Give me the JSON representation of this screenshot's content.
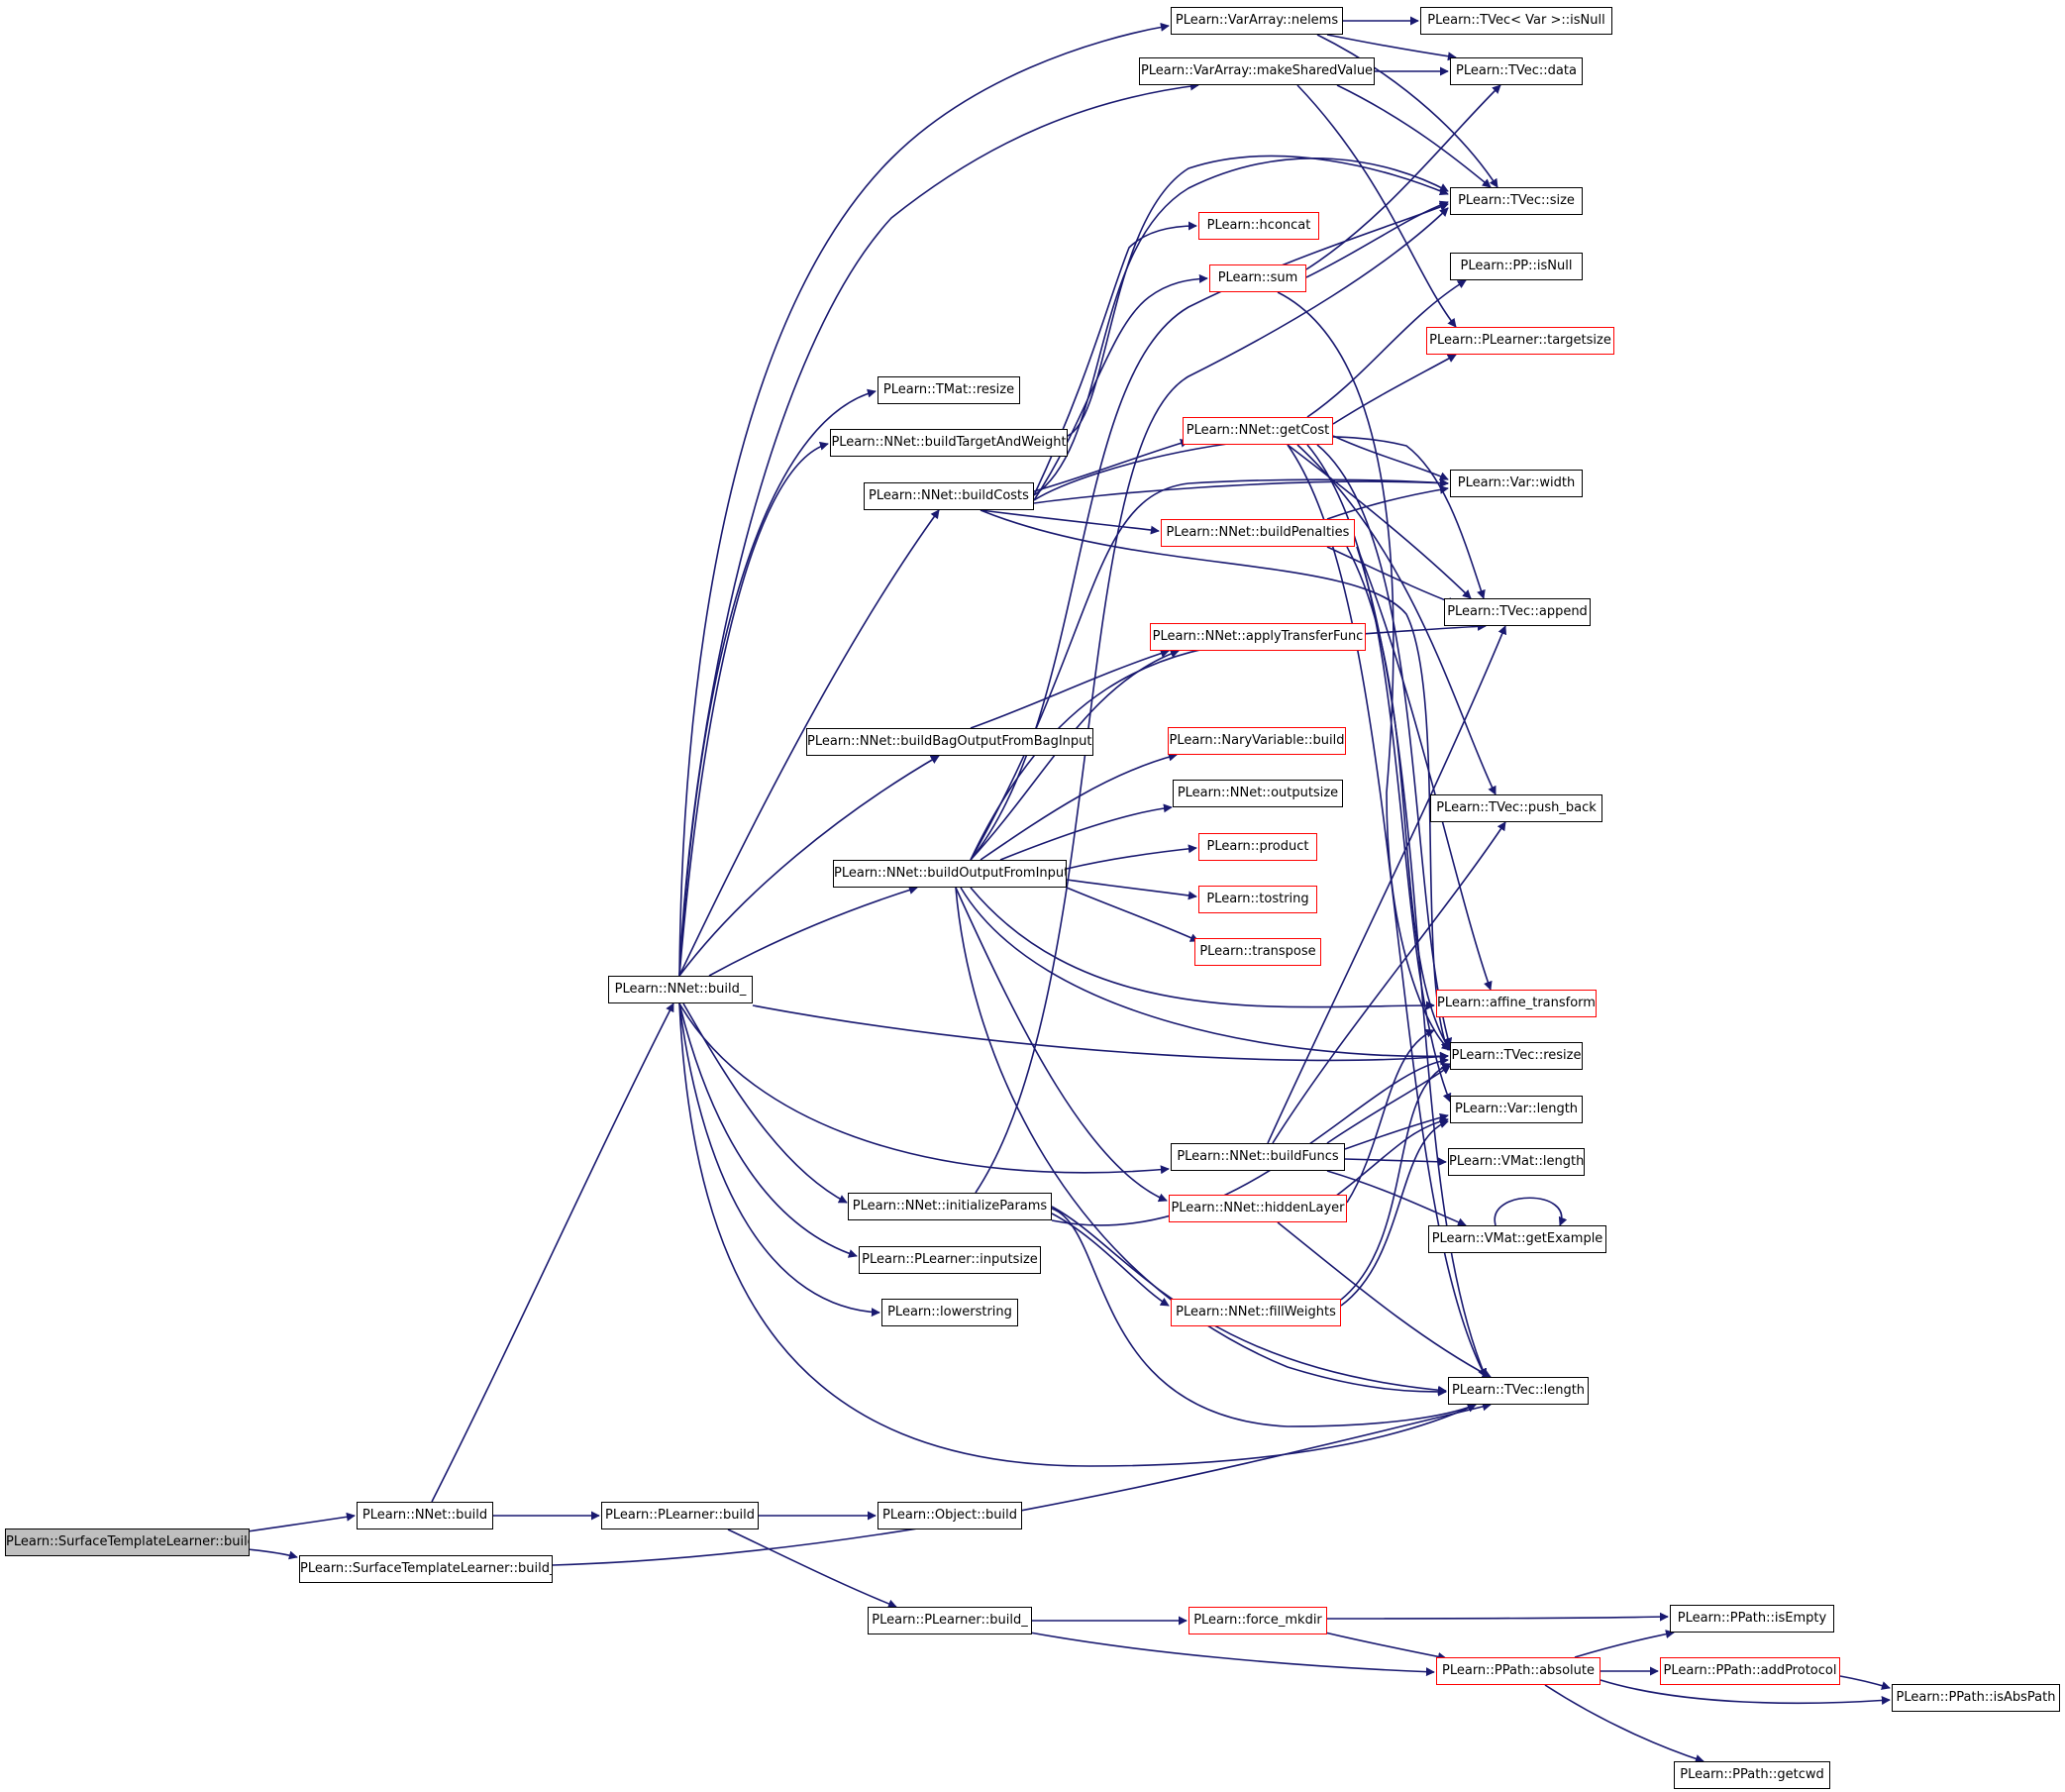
{
  "graph": {
    "root_fill": "#bfbfbf",
    "edge_color": "#191970",
    "node_border_black": "#000000",
    "node_border_red": "#ff0000",
    "nodes": [
      {
        "id": "root",
        "label": "PLearn::SurfaceTemplateLearner::build",
        "border": "black",
        "root": true
      },
      {
        "id": "nnb",
        "label": "PLearn::NNet::build",
        "border": "black"
      },
      {
        "id": "stlb_",
        "label": "PLearn::SurfaceTemplateLearner::build_",
        "border": "black"
      },
      {
        "id": "nnb_",
        "label": "PLearn::NNet::build_",
        "border": "black"
      },
      {
        "id": "plb",
        "label": "PLearn::PLearner::build",
        "border": "black"
      },
      {
        "id": "objb",
        "label": "PLearn::Object::build",
        "border": "black"
      },
      {
        "id": "plb_",
        "label": "PLearn::PLearner::build_",
        "border": "black"
      },
      {
        "id": "fmk",
        "label": "PLearn::force_mkdir",
        "border": "red"
      },
      {
        "id": "ppabs",
        "label": "PLearn::PPath::absolute",
        "border": "red"
      },
      {
        "id": "ppemp",
        "label": "PLearn::PPath::isEmpty",
        "border": "black"
      },
      {
        "id": "ppadd",
        "label": "PLearn::PPath::addProtocol",
        "border": "red"
      },
      {
        "id": "ppisabs",
        "label": "PLearn::PPath::isAbsPath",
        "border": "black"
      },
      {
        "id": "ppcwd",
        "label": "PLearn::PPath::getcwd",
        "border": "black"
      },
      {
        "id": "vanel",
        "label": "PLearn::VarArray::nelems",
        "border": "black"
      },
      {
        "id": "vamsv",
        "label": "PLearn::VarArray::makeSharedValue",
        "border": "black"
      },
      {
        "id": "tmres",
        "label": "PLearn::TMat::resize",
        "border": "black"
      },
      {
        "id": "btw",
        "label": "PLearn::NNet::buildTargetAndWeight",
        "border": "black"
      },
      {
        "id": "bcost",
        "label": "PLearn::NNet::buildCosts",
        "border": "black"
      },
      {
        "id": "bbag",
        "label": "PLearn::NNet::buildBagOutputFromBagInputs",
        "border": "black"
      },
      {
        "id": "bofi",
        "label": "PLearn::NNet::buildOutputFromInput",
        "border": "black"
      },
      {
        "id": "init",
        "label": "PLearn::NNet::initializeParams",
        "border": "black"
      },
      {
        "id": "insz",
        "label": "PLearn::PLearner::inputsize",
        "border": "black"
      },
      {
        "id": "lows",
        "label": "PLearn::lowerstring",
        "border": "black"
      },
      {
        "id": "hcat",
        "label": "PLearn::hconcat",
        "border": "red"
      },
      {
        "id": "sum",
        "label": "PLearn::sum",
        "border": "red"
      },
      {
        "id": "gcost",
        "label": "PLearn::NNet::getCost",
        "border": "red"
      },
      {
        "id": "bpen",
        "label": "PLearn::NNet::buildPenalties",
        "border": "red"
      },
      {
        "id": "atf",
        "label": "PLearn::NNet::applyTransferFunc",
        "border": "red"
      },
      {
        "id": "nvb",
        "label": "PLearn::NaryVariable::build",
        "border": "red"
      },
      {
        "id": "outsz",
        "label": "PLearn::NNet::outputsize",
        "border": "black"
      },
      {
        "id": "prod",
        "label": "PLearn::product",
        "border": "red"
      },
      {
        "id": "tostr",
        "label": "PLearn::tostring",
        "border": "red"
      },
      {
        "id": "transp",
        "label": "PLearn::transpose",
        "border": "red"
      },
      {
        "id": "bfunc",
        "label": "PLearn::NNet::buildFuncs",
        "border": "black"
      },
      {
        "id": "hid",
        "label": "PLearn::NNet::hiddenLayer",
        "border": "red"
      },
      {
        "id": "fillw",
        "label": "PLearn::NNet::fillWeights",
        "border": "red"
      },
      {
        "id": "tvnull",
        "label": "PLearn::TVec< Var >::isNull",
        "border": "black"
      },
      {
        "id": "tvdata",
        "label": "PLearn::TVec::data",
        "border": "black"
      },
      {
        "id": "tvsize",
        "label": "PLearn::TVec::size",
        "border": "black"
      },
      {
        "id": "ppnull",
        "label": "PLearn::PP::isNull",
        "border": "black"
      },
      {
        "id": "tgsz",
        "label": "PLearn::PLearner::targetsize",
        "border": "red"
      },
      {
        "id": "vwid",
        "label": "PLearn::Var::width",
        "border": "black"
      },
      {
        "id": "tvapp",
        "label": "PLearn::TVec::append",
        "border": "black"
      },
      {
        "id": "tvpush",
        "label": "PLearn::TVec::push_back",
        "border": "black"
      },
      {
        "id": "affine",
        "label": "PLearn::affine_transform",
        "border": "red"
      },
      {
        "id": "tvres",
        "label": "PLearn::TVec::resize",
        "border": "black"
      },
      {
        "id": "vlen",
        "label": "PLearn::Var::length",
        "border": "black"
      },
      {
        "id": "vmlen",
        "label": "PLearn::VMat::length",
        "border": "black"
      },
      {
        "id": "vmgex",
        "label": "PLearn::VMat::getExample",
        "border": "black"
      },
      {
        "id": "tvlen",
        "label": "PLearn::TVec::length",
        "border": "black"
      }
    ]
  }
}
